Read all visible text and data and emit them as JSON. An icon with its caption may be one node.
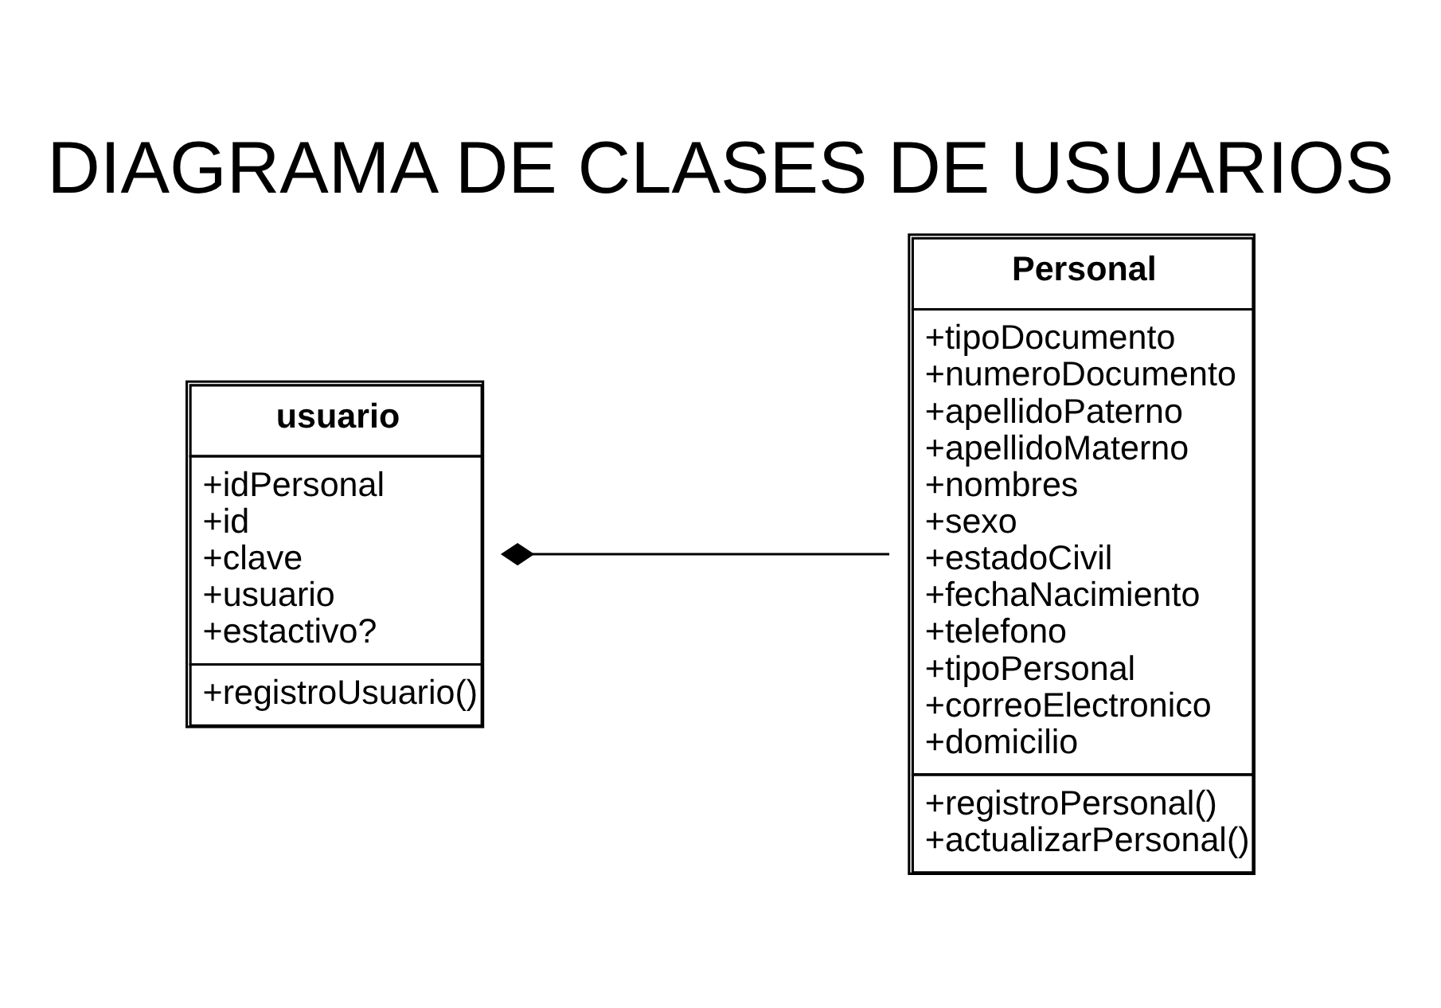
{
  "diagram": {
    "title": "DIAGRAMA DE CLASES DE USUARIOS",
    "nodes": [
      {
        "text": [
          "usuario",
          "+idPersonal +id +clave +usuario +estactivo?",
          "+registroUsuario()"
        ]
      },
      {
        "text": [
          "Personal",
          "+tipoDocumento +numeroDocumento +apellidoPaterno +apellidoMaterno +nombres +sexo +estadoCivil +fechaNacimiento +telefono +tipoPersonal +correoElectronico +domicilio",
          "+registroPersonal() +actualizarPersonal()"
        ]
      }
    ],
    "edges": [
      {
        "from": 0,
        "to": 1,
        "arrow": "other"
      }
    ]
  }
}
